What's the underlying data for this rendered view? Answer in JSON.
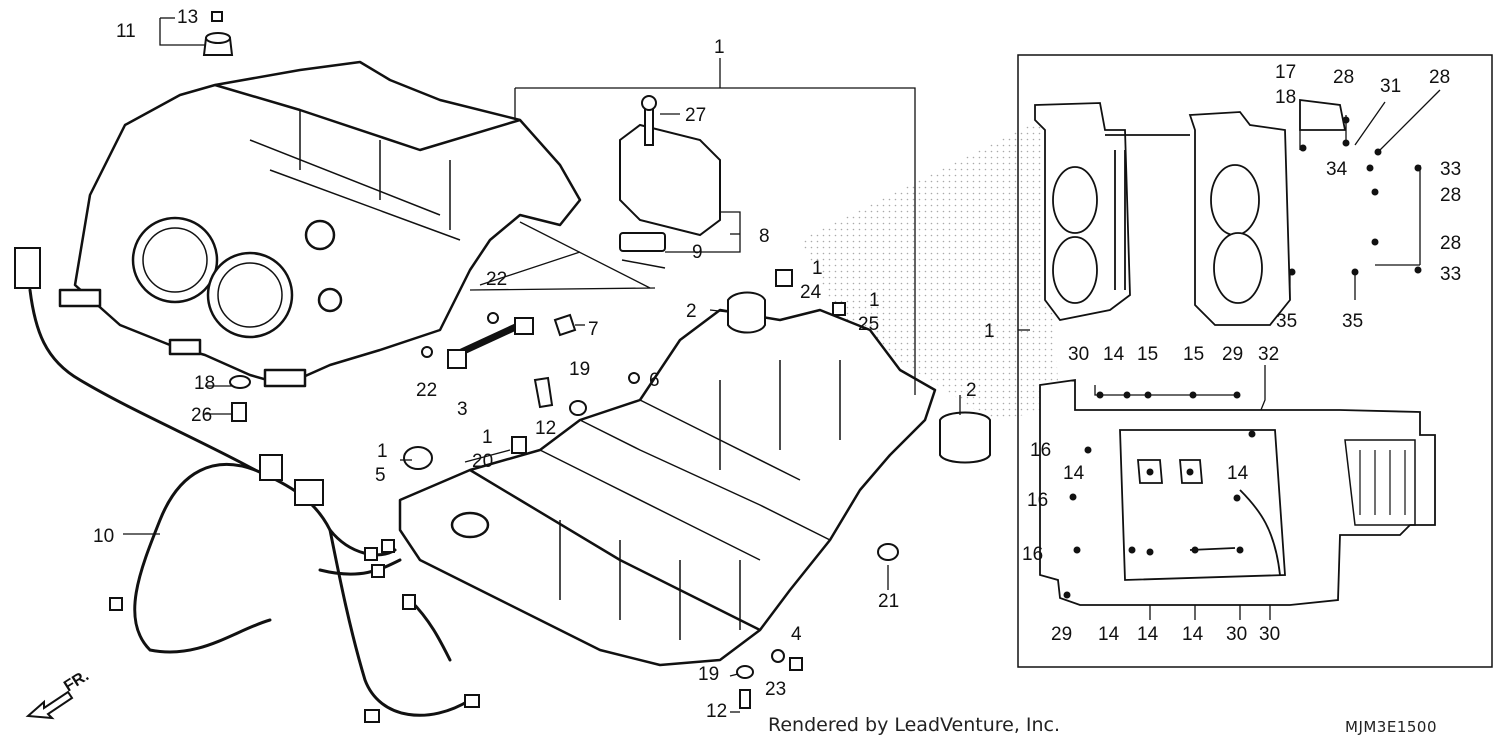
{
  "callouts": [
    {
      "id": "c1-top",
      "text": "1"
    },
    {
      "id": "c2a",
      "text": "2"
    },
    {
      "id": "c2b",
      "text": "2"
    },
    {
      "id": "c3",
      "text": "3"
    },
    {
      "id": "c4",
      "text": "4"
    },
    {
      "id": "c5",
      "text": "5"
    },
    {
      "id": "c5-1",
      "text": "1"
    },
    {
      "id": "c6",
      "text": "6"
    },
    {
      "id": "c7",
      "text": "7"
    },
    {
      "id": "c8",
      "text": "8"
    },
    {
      "id": "c9",
      "text": "9"
    },
    {
      "id": "c10",
      "text": "10"
    },
    {
      "id": "c11",
      "text": "11"
    },
    {
      "id": "c12a",
      "text": "12"
    },
    {
      "id": "c12b",
      "text": "12"
    },
    {
      "id": "c13",
      "text": "13"
    },
    {
      "id": "c18",
      "text": "18"
    },
    {
      "id": "c19a",
      "text": "19"
    },
    {
      "id": "c19b",
      "text": "19"
    },
    {
      "id": "c20",
      "text": "20"
    },
    {
      "id": "c20-1",
      "text": "1"
    },
    {
      "id": "c21",
      "text": "21"
    },
    {
      "id": "c22a",
      "text": "22"
    },
    {
      "id": "c22b",
      "text": "22"
    },
    {
      "id": "c23",
      "text": "23"
    },
    {
      "id": "c24",
      "text": "24"
    },
    {
      "id": "c24-1",
      "text": "1"
    },
    {
      "id": "c25",
      "text": "25"
    },
    {
      "id": "c25-1",
      "text": "1"
    },
    {
      "id": "c26",
      "text": "26"
    },
    {
      "id": "c27",
      "text": "27"
    },
    {
      "id": "r1",
      "text": "1"
    },
    {
      "id": "r17",
      "text": "17"
    },
    {
      "id": "r18",
      "text": "18"
    },
    {
      "id": "r28a",
      "text": "28"
    },
    {
      "id": "r31",
      "text": "31"
    },
    {
      "id": "r28b",
      "text": "28"
    },
    {
      "id": "r34",
      "text": "34"
    },
    {
      "id": "r33a",
      "text": "33"
    },
    {
      "id": "r28c",
      "text": "28"
    },
    {
      "id": "r28d",
      "text": "28"
    },
    {
      "id": "r33b",
      "text": "33"
    },
    {
      "id": "r35a",
      "text": "35"
    },
    {
      "id": "r35b",
      "text": "35"
    },
    {
      "id": "r30a",
      "text": "30"
    },
    {
      "id": "r14a",
      "text": "14"
    },
    {
      "id": "r15a",
      "text": "15"
    },
    {
      "id": "r15b",
      "text": "15"
    },
    {
      "id": "r29a",
      "text": "29"
    },
    {
      "id": "r32",
      "text": "32"
    },
    {
      "id": "r16a",
      "text": "16"
    },
    {
      "id": "r14b",
      "text": "14"
    },
    {
      "id": "r14c",
      "text": "14"
    },
    {
      "id": "r16b",
      "text": "16"
    },
    {
      "id": "r16c",
      "text": "16"
    },
    {
      "id": "r29b",
      "text": "29"
    },
    {
      "id": "r14d",
      "text": "14"
    },
    {
      "id": "r14e",
      "text": "14"
    },
    {
      "id": "r14f",
      "text": "14"
    },
    {
      "id": "r30b",
      "text": "30"
    },
    {
      "id": "r30c",
      "text": "30"
    }
  ],
  "footer": {
    "credit": "Rendered by LeadVenture, Inc.",
    "code": "MJM3E1500",
    "direction": "FR."
  }
}
